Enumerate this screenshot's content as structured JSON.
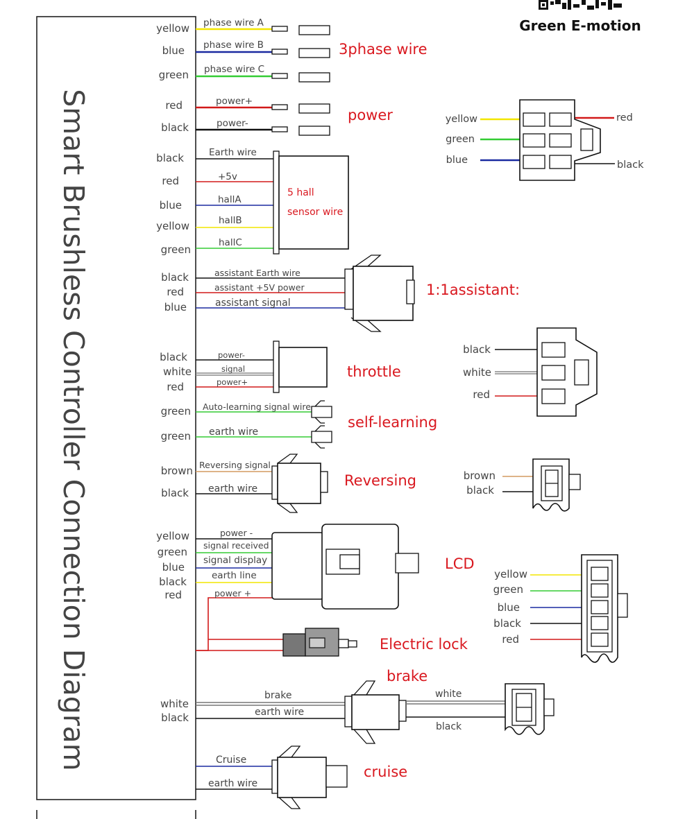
{
  "brand": {
    "name": "Green E-motion"
  },
  "controller_title": "Smart Brushless Controller Connection Diagram",
  "groups": {
    "phase": {
      "title": "3phase wire",
      "colors": [
        "yellow",
        "blue",
        "green"
      ],
      "labels": [
        "phase wire A",
        "phase wire B",
        "phase wire C"
      ]
    },
    "power": {
      "title": "power",
      "colors": [
        "red",
        "black"
      ],
      "labels": [
        "power+",
        "power-"
      ]
    },
    "hall": {
      "title_line1": "5 hall",
      "title_line2": "sensor wire",
      "colors": [
        "black",
        "red",
        "blue",
        "yellow",
        "green"
      ],
      "labels": [
        "Earth wire",
        "+5v",
        "hallA",
        "hallB",
        "hallC"
      ],
      "pinout_left": [
        "yellow",
        "green",
        "blue"
      ],
      "pinout_right": [
        "red",
        "black"
      ]
    },
    "assistant": {
      "title": "1:1assistant:",
      "colors": [
        "black",
        "red",
        "blue"
      ],
      "labels": [
        "assistant Earth wire",
        "assistant +5V power",
        "assistant signal"
      ]
    },
    "throttle": {
      "title": "throttle",
      "colors": [
        "black",
        "white",
        "red"
      ],
      "labels": [
        "power-",
        "signal",
        "power+"
      ],
      "pinout": [
        "black",
        "white",
        "red"
      ]
    },
    "self_learning": {
      "title": "self-learning",
      "colors": [
        "green",
        "green"
      ],
      "labels": [
        "Auto-learning signal wire",
        "earth wire"
      ]
    },
    "reversing": {
      "title": "Reversing",
      "colors": [
        "brown",
        "black"
      ],
      "labels": [
        "Reversing signal",
        "earth wire"
      ],
      "pinout": [
        "brown",
        "black"
      ]
    },
    "lcd": {
      "title": "LCD",
      "colors": [
        "yellow",
        "green",
        "blue",
        "black",
        "red"
      ],
      "labels": [
        "power -",
        "signal received",
        "signal display",
        "earth line",
        "power +"
      ],
      "pinout": [
        "yellow",
        "green",
        "blue",
        "black",
        "red"
      ]
    },
    "lock": {
      "title": "Electric lock"
    },
    "brake": {
      "title": "brake",
      "colors": [
        "white",
        "black"
      ],
      "labels": [
        "brake",
        "earth wire"
      ],
      "right_labels": [
        "white",
        "black"
      ]
    },
    "cruise": {
      "title": "cruise",
      "labels": [
        "Cruise",
        "earth wire"
      ]
    }
  },
  "palette": {
    "yellow": "#f2e600",
    "blue": "#1a2aa0",
    "green": "#33cc33",
    "red": "#d21919",
    "black": "#111111",
    "brown": "#d39a60",
    "white": "#ffffff",
    "title_red": "#d9181f"
  }
}
